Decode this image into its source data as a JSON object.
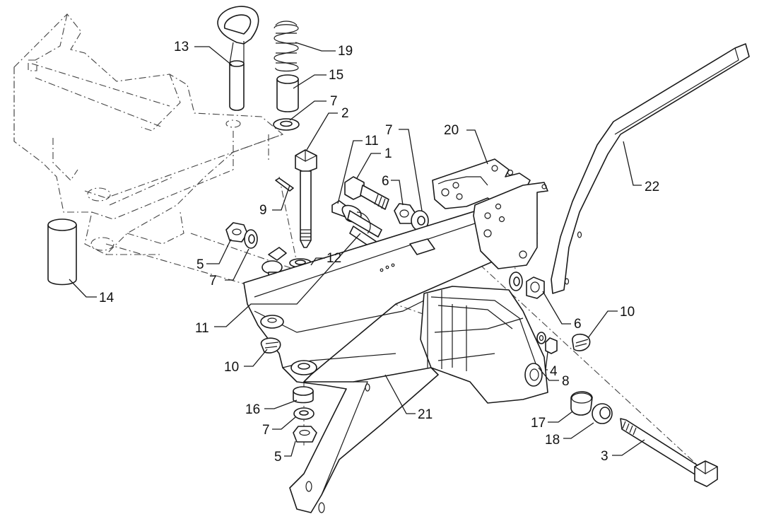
{
  "colors": {
    "line": "#1a1a1a",
    "background": "#ffffff"
  },
  "callouts": [
    {
      "id": "c13",
      "label": "13"
    },
    {
      "id": "c19",
      "label": "19"
    },
    {
      "id": "c15",
      "label": "15"
    },
    {
      "id": "c7a",
      "label": "7"
    },
    {
      "id": "c2",
      "label": "2"
    },
    {
      "id": "c7b",
      "label": "7"
    },
    {
      "id": "c20",
      "label": "20"
    },
    {
      "id": "c11a",
      "label": "11"
    },
    {
      "id": "c1",
      "label": "1"
    },
    {
      "id": "c6a",
      "label": "6"
    },
    {
      "id": "c22",
      "label": "22"
    },
    {
      "id": "c9",
      "label": "9"
    },
    {
      "id": "c5a",
      "label": "5"
    },
    {
      "id": "c7c",
      "label": "7"
    },
    {
      "id": "c12",
      "label": "12"
    },
    {
      "id": "c14",
      "label": "14"
    },
    {
      "id": "c6b",
      "label": "6"
    },
    {
      "id": "c10a",
      "label": "10"
    },
    {
      "id": "c11b",
      "label": "11"
    },
    {
      "id": "c4",
      "label": "4"
    },
    {
      "id": "c8",
      "label": "8"
    },
    {
      "id": "c10b",
      "label": "10"
    },
    {
      "id": "c21",
      "label": "21"
    },
    {
      "id": "c16",
      "label": "16"
    },
    {
      "id": "c17",
      "label": "17"
    },
    {
      "id": "c7d",
      "label": "7"
    },
    {
      "id": "c18",
      "label": "18"
    },
    {
      "id": "c3",
      "label": "3"
    },
    {
      "id": "c5b",
      "label": "5"
    }
  ]
}
